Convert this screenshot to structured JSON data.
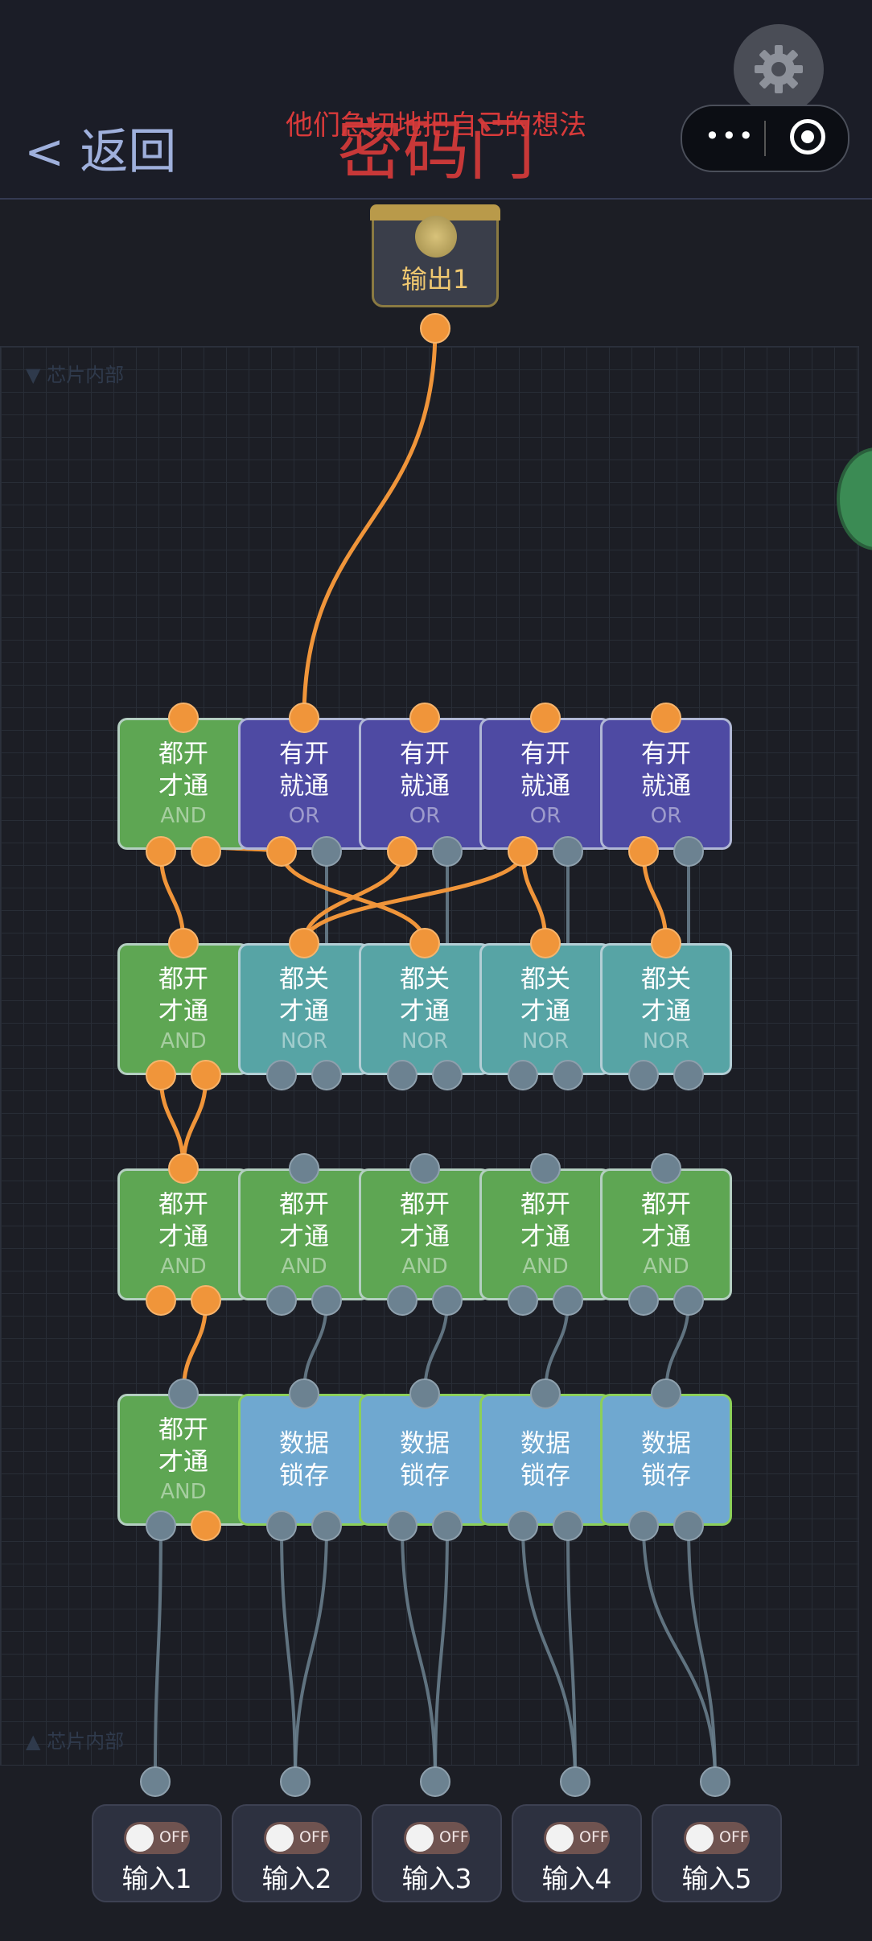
{
  "header": {
    "back_label": "< 返回",
    "title": "密码门",
    "message": "他们急切地把自己的想法",
    "more_icon": "•••"
  },
  "chip": {
    "top_label": "▼ 芯片内部",
    "bottom_label": "▲ 芯片内部"
  },
  "output": {
    "label": "输出1",
    "state": "on"
  },
  "gates": {
    "row1": [
      {
        "name": "都开\n才通",
        "type": "AND"
      },
      {
        "name": "有开\n就通",
        "type": "OR"
      },
      {
        "name": "有开\n就通",
        "type": "OR"
      },
      {
        "name": "有开\n就通",
        "type": "OR"
      },
      {
        "name": "有开\n就通",
        "type": "OR"
      }
    ],
    "row2": [
      {
        "name": "都开\n才通",
        "type": "AND"
      },
      {
        "name": "都关\n才通",
        "type": "NOR"
      },
      {
        "name": "都关\n才通",
        "type": "NOR"
      },
      {
        "name": "都关\n才通",
        "type": "NOR"
      },
      {
        "name": "都关\n才通",
        "type": "NOR"
      }
    ],
    "row3": [
      {
        "name": "都开\n才通",
        "type": "AND"
      },
      {
        "name": "都开\n才通",
        "type": "AND"
      },
      {
        "name": "都开\n才通",
        "type": "AND"
      },
      {
        "name": "都开\n才通",
        "type": "AND"
      },
      {
        "name": "都开\n才通",
        "type": "AND"
      }
    ],
    "row4": [
      {
        "name": "都开\n才通",
        "type": "AND"
      },
      {
        "name": "数据\n锁存",
        "type": ""
      },
      {
        "name": "数据\n锁存",
        "type": ""
      },
      {
        "name": "数据\n锁存",
        "type": ""
      },
      {
        "name": "数据\n锁存",
        "type": ""
      }
    ]
  },
  "inputs": [
    {
      "label": "输入1",
      "state": "OFF"
    },
    {
      "label": "输入2",
      "state": "OFF"
    },
    {
      "label": "输入3",
      "state": "OFF"
    },
    {
      "label": "输入4",
      "state": "OFF"
    },
    {
      "label": "输入5",
      "state": "OFF"
    }
  ],
  "colors": {
    "active_wire": "#f0953a",
    "inactive_wire": "#6c8291",
    "and_gate": "#5ea653",
    "or_gate": "#4e4aa3",
    "nor_gate": "#57a4a5",
    "latch": "#6fa8d0"
  }
}
